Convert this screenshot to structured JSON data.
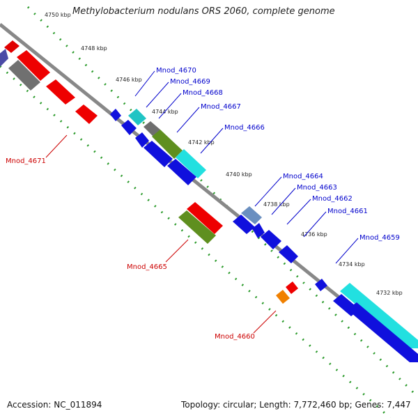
{
  "title": "Methylobacterium nodulans ORS 2060, complete genome",
  "accession": "Accession: NC_011894",
  "summary": "Topology: circular; Length: 7,772,460 bp; Genes: 7,447",
  "colors": {
    "forward_label": "#0000cc",
    "reverse_label": "#cc0000",
    "backbone": "#888888",
    "tick": "#2a9a2a"
  },
  "ticks": [
    "4750 kbp",
    "4748 kbp",
    "4746 kbp",
    "4744 kbp",
    "4742 kbp",
    "4740 kbp",
    "4738 kbp",
    "4736 kbp",
    "4734 kbp",
    "4732 kbp"
  ],
  "gene_labels": [
    {
      "name": "Mnod_4670",
      "strand": "forward"
    },
    {
      "name": "Mnod_4669",
      "strand": "forward"
    },
    {
      "name": "Mnod_4668",
      "strand": "forward"
    },
    {
      "name": "Mnod_4667",
      "strand": "forward"
    },
    {
      "name": "Mnod_4666",
      "strand": "forward"
    },
    {
      "name": "Mnod_4664",
      "strand": "forward"
    },
    {
      "name": "Mnod_4663",
      "strand": "forward"
    },
    {
      "name": "Mnod_4662",
      "strand": "forward"
    },
    {
      "name": "Mnod_4661",
      "strand": "forward"
    },
    {
      "name": "Mnod_4659",
      "strand": "forward"
    },
    {
      "name": "Mnod_4671",
      "strand": "reverse"
    },
    {
      "name": "Mnod_4665",
      "strand": "reverse"
    },
    {
      "name": "Mnod_4660",
      "strand": "reverse"
    }
  ]
}
